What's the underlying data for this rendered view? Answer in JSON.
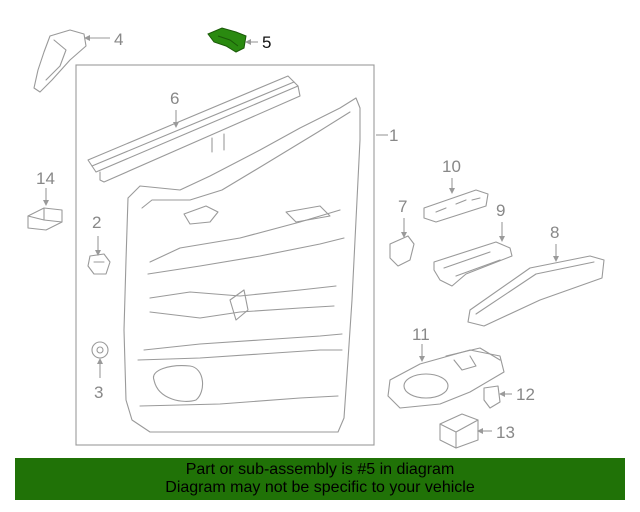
{
  "callouts": {
    "c1": "1",
    "c2": "2",
    "c3": "3",
    "c4": "4",
    "c5": "5",
    "c6": "6",
    "c7": "7",
    "c8": "8",
    "c9": "9",
    "c10": "10",
    "c11": "11",
    "c12": "12",
    "c13": "13",
    "c14": "14"
  },
  "highlighted_part": "5",
  "colors": {
    "highlight": "#2a8a10",
    "banner": "#207207",
    "line": "#9a9a9a"
  },
  "banner": {
    "line1": "Part or sub-assembly is #5 in diagram",
    "line2": "Diagram may not be specific to your vehicle"
  }
}
